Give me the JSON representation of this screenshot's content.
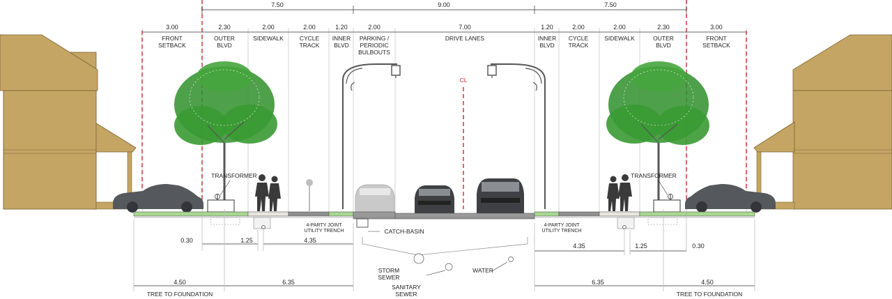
{
  "top_dims": [
    "7.50",
    "9.00",
    "7.50"
  ],
  "zone_widths": [
    "3.00",
    "2.30",
    "2.00",
    "2.00",
    "1.20",
    "2.00",
    "7.00",
    "1.20",
    "2.00",
    "2.00",
    "2.30",
    "3.00"
  ],
  "zone_labels": [
    [
      "FRONT",
      "SETBACK"
    ],
    [
      "OUTER",
      "BLVD"
    ],
    [
      "SIDEWALK"
    ],
    [
      "CYCLE",
      "TRACK"
    ],
    [
      "INNER",
      "BLVD"
    ],
    [
      "PARKING /",
      "PERIODIC",
      "BULBOUTS"
    ],
    [
      "DRIVE LANES"
    ],
    [
      "INNER",
      "BLVD"
    ],
    [
      "CYCLE",
      "TRACK"
    ],
    [
      "SIDEWALK"
    ],
    [
      "OUTER",
      "BLVD"
    ],
    [
      "FRONT",
      "SETBACK"
    ]
  ],
  "centerline": "CL",
  "transformer": "TRANSFORMER",
  "trench": [
    "4-PARTY JOINT",
    "UTILITY TRENCH"
  ],
  "catch_basin": "CATCH-BASIN",
  "storm": [
    "STORM",
    "SEWER"
  ],
  "sanitary": [
    "SANITARY",
    "SEWER"
  ],
  "water": "WATER",
  "sub_dims": {
    "a": "0.30",
    "b": "1.25",
    "c": "4.35",
    "d": "6.35",
    "e": "4.50"
  },
  "tree_to_foundation": "TREE TO FOUNDATION",
  "colors": {
    "house": "#c4a564",
    "tree": "#2f8f2a",
    "grass": "#a8d890",
    "red": "#d0262b",
    "car_dark": "#55585c",
    "car_light": "#c9c9c9"
  }
}
